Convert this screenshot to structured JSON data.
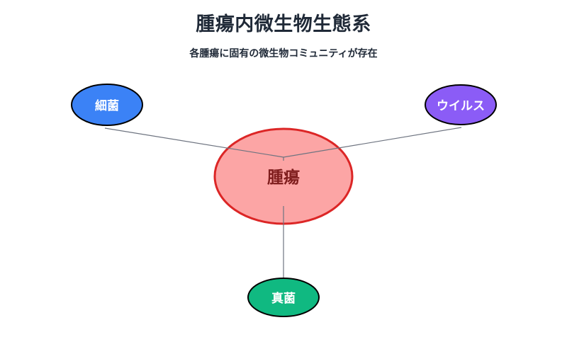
{
  "diagram": {
    "title": "腫瘍内微生物生態系",
    "subtitle": "各腫瘍に固有の微生物コミュニティが存在"
  },
  "nodes": {
    "tumor": {
      "label": "腫瘍",
      "fill": "#FCA5A5",
      "border": "#DC2626",
      "text_color": "#7F1D1D"
    },
    "bacteria": {
      "label": "細菌",
      "fill": "#3B82F6",
      "border": "#000000",
      "text_color": "#FFFFFF"
    },
    "virus": {
      "label": "ウイルス",
      "fill": "#8B5CF6",
      "border": "#000000",
      "text_color": "#FFFFFF"
    },
    "fungi": {
      "label": "真菌",
      "fill": "#10B981",
      "border": "#000000",
      "text_color": "#FFFFFF"
    }
  },
  "edges": {
    "color": "#6E7480",
    "connections": [
      {
        "from": "bacteria",
        "to": "tumor"
      },
      {
        "from": "virus",
        "to": "tumor"
      },
      {
        "from": "tumor",
        "to": "fungi"
      }
    ]
  },
  "colors": {
    "background": "#FFFFFF",
    "heading_text": "#1F2937"
  }
}
